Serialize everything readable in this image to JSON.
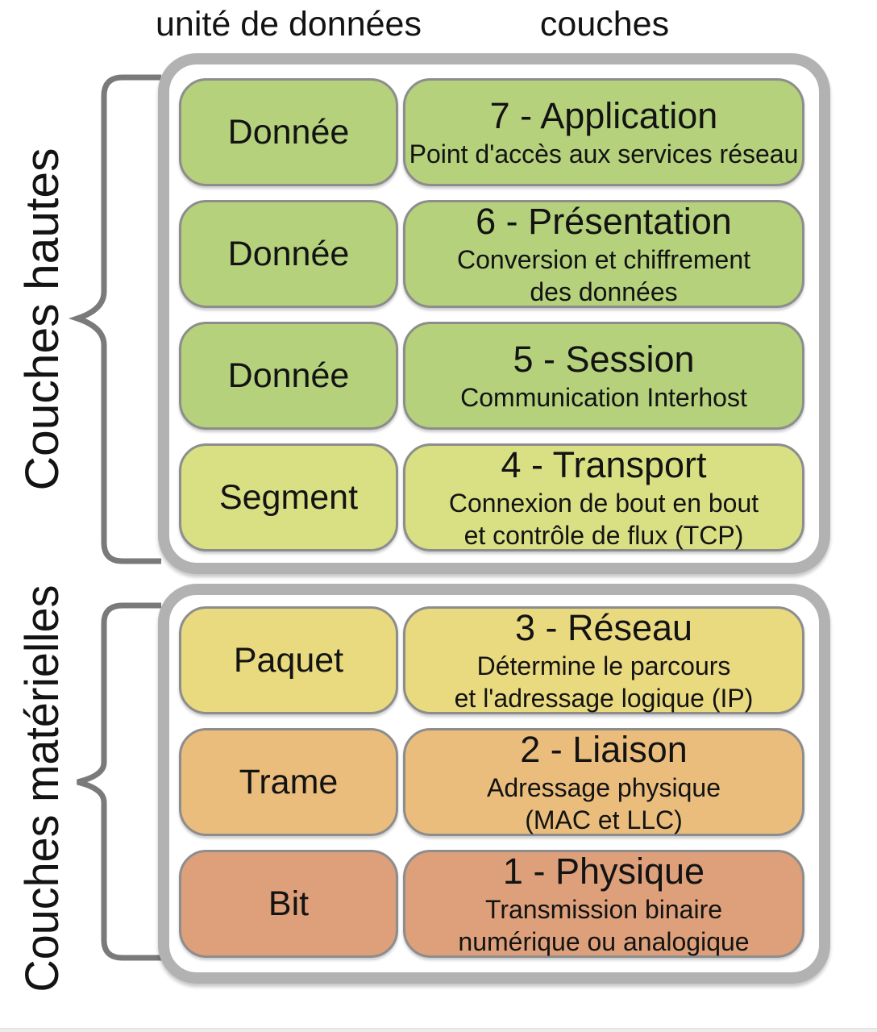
{
  "header": {
    "unit_column": "unité de données",
    "layers_column": "couches"
  },
  "side_labels": {
    "upper": "Couches hautes",
    "lower": "Couches matérielles"
  },
  "upper_group": {
    "rows": [
      {
        "unit": "Donnée",
        "title": "7 - Application",
        "desc1": "Point d'accès aux services réseau",
        "desc2": "",
        "color": "#b5d17c"
      },
      {
        "unit": "Donnée",
        "title": "6 - Présentation",
        "desc1": "Conversion et chiffrement",
        "desc2": "des données",
        "color": "#b5d17c"
      },
      {
        "unit": "Donnée",
        "title": "5 - Session",
        "desc1": "Communication Interhost",
        "desc2": "",
        "color": "#b5d17c"
      },
      {
        "unit": "Segment",
        "title": "4 - Transport",
        "desc1": "Connexion de bout en bout",
        "desc2": "et contrôle de flux (TCP)",
        "color": "#d9e083"
      }
    ]
  },
  "lower_group": {
    "rows": [
      {
        "unit": "Paquet",
        "title": "3 - Réseau",
        "desc1": "Détermine le parcours",
        "desc2": "et l'adressage logique (IP)",
        "color": "#e9da80"
      },
      {
        "unit": "Trame",
        "title": "2 - Liaison",
        "desc1": "Adressage physique",
        "desc2": "(MAC et LLC)",
        "color": "#eabd7d"
      },
      {
        "unit": "Bit",
        "title": "1 - Physique",
        "desc1": "Transmission binaire",
        "desc2": "numérique ou analogique",
        "color": "#dda07a"
      }
    ]
  },
  "styles": {
    "container_border": "#b2b2b2",
    "box_border": "#8d8d8d",
    "brace_color": "#7a7a7a",
    "text_color": "#131313",
    "bottom_bar": "#ececec"
  }
}
